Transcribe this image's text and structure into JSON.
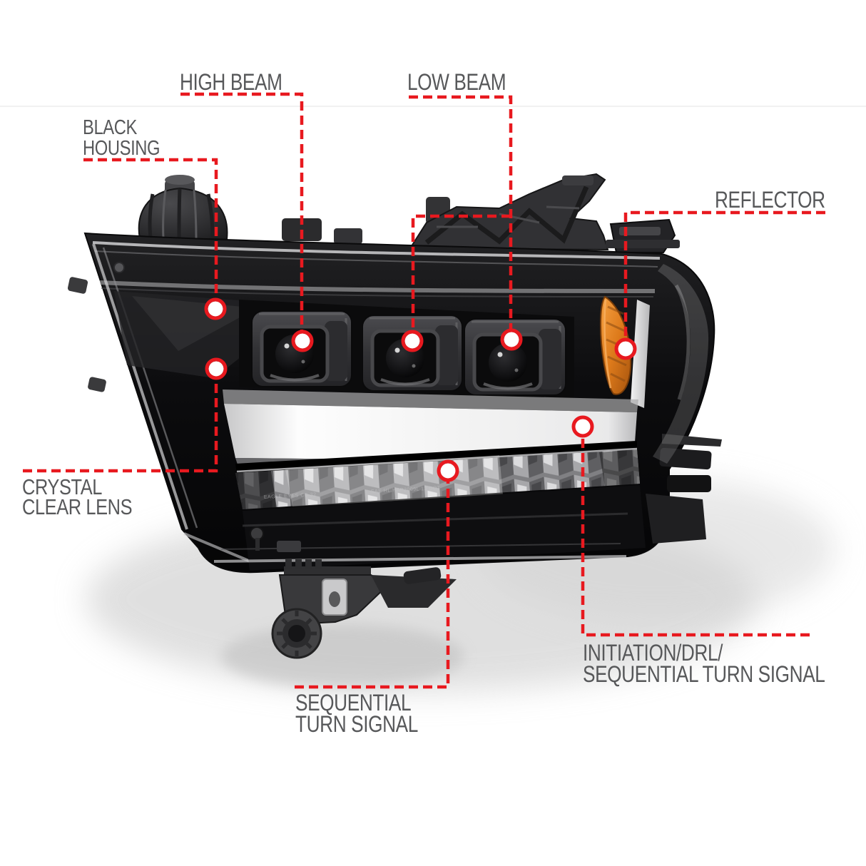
{
  "colors": {
    "red": "#e8191f",
    "label": "#57585a",
    "amber": "#d9771f",
    "white_bar": "#f5f5f5"
  },
  "labels": {
    "high_beam": {
      "text": "HIGH BEAM"
    },
    "low_beam": {
      "text": "LOW BEAM"
    },
    "black_housing": {
      "line1": "BLACK",
      "line2": "HOUSING"
    },
    "reflector": {
      "text": "REFLECTOR"
    },
    "crystal_clear_lens": {
      "line1": "CRYSTAL",
      "line2": "CLEAR LENS"
    },
    "sequential_turn_signal": {
      "line1": "SEQUENTIAL",
      "line2": "TURN SIGNAL"
    },
    "initiation_drl": {
      "line1": "INITIATION/DRL/",
      "line2": "SEQUENTIAL TURN SIGNAL"
    }
  },
  "etched_markings": {
    "left": "EAGLE EYES CB-32",
    "right": "SAE HL.HAP2009L 13 DOT"
  },
  "markers": [
    "black-housing",
    "crystal-clear-lens",
    "high-beam",
    "low-beam-center",
    "low-beam-outer",
    "reflector",
    "initiation-drl",
    "sequential-turn-signal"
  ]
}
